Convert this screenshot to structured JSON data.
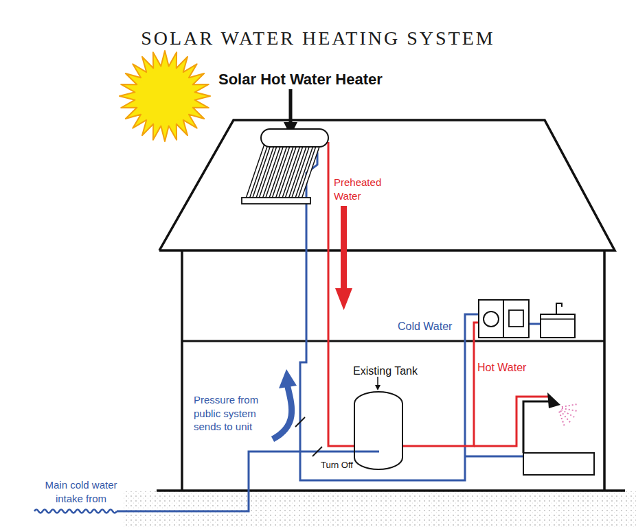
{
  "diagram": {
    "title": "SOLAR WATER HEATING SYSTEM",
    "nodes": [
      {
        "text": [
          "Solar Hot Water Heater"
        ]
      },
      {
        "text": [
          "Existing Tank"
        ]
      }
    ],
    "edges": [
      {
        "from": 0,
        "to": 1,
        "arrow": "none"
      }
    ],
    "labels": [
      "Preheated Water",
      "Cold Water",
      "Hot Water",
      "Pressure from public system sends to unit",
      "Turn Off",
      "Main cold water intake from"
    ]
  }
}
